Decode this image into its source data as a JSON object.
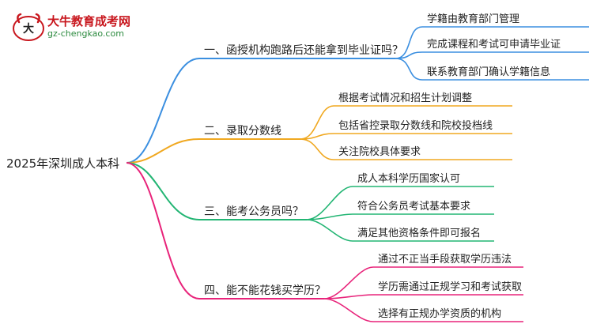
{
  "logo": {
    "title": "大牛教育成考网",
    "url": "gz-chengkao.com"
  },
  "mindmap": {
    "root": "2025年深圳成人本科",
    "branches": [
      {
        "label": "一、函授机构跑路后还能拿到毕业证吗？",
        "color": "#3b8fe0",
        "children": [
          "学籍由教育部门管理",
          "完成课程和考试可申请毕业证",
          "联系教育部门确认学籍信息"
        ]
      },
      {
        "label": "二、录取分数线",
        "color": "#f0a820",
        "children": [
          "根据考试情况和招生计划调整",
          "包括省控录取分数线和院校投档线",
          "关注院校具体要求"
        ]
      },
      {
        "label": "三、能考公务员吗？",
        "color": "#22b573",
        "children": [
          "成人本科学历国家认可",
          "符合公务员考试基本要求",
          "满足其他资格条件即可报名"
        ]
      },
      {
        "label": "四、能不能花钱买学历？",
        "color": "#e8237a",
        "children": [
          "通过不正当手段获取学历违法",
          "学历需通过正规学习和考试获取",
          "选择有正规办学资质的机构"
        ]
      }
    ]
  }
}
